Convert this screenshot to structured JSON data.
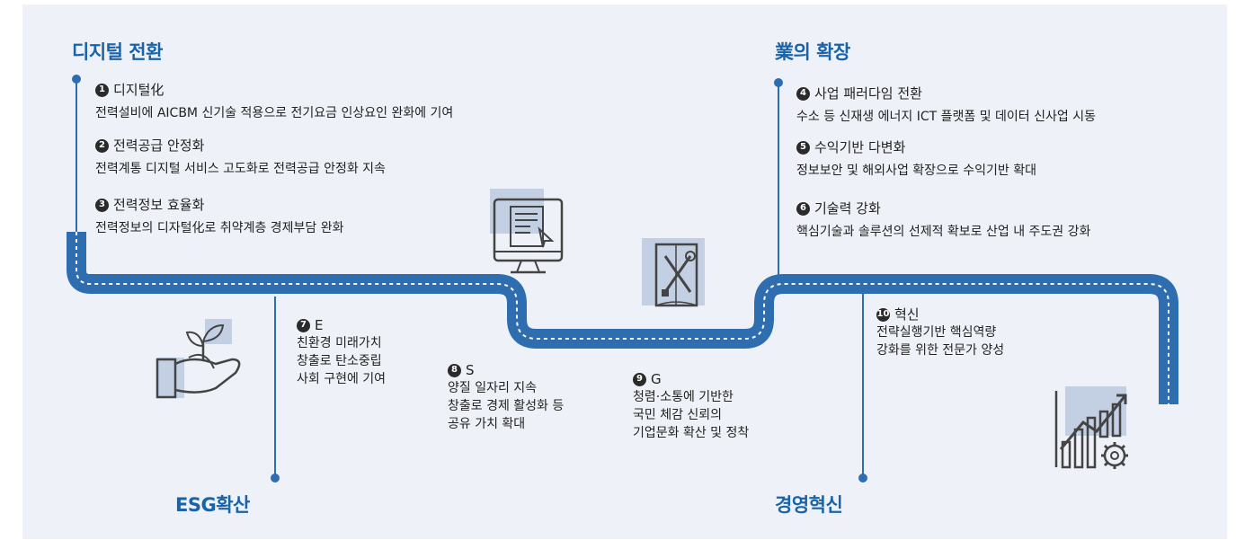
{
  "colors": {
    "road": "#2e6daf",
    "road_dash": "#ffffff",
    "title": "#1b63a8",
    "connector": "#2e6daf",
    "panel": "#eef1f7"
  },
  "digital": {
    "title": "디지털 전환",
    "items": [
      {
        "num": "1",
        "title": "디지털化",
        "desc": "전력설비에 AICBM 신기술 적용으로 전기요금 인상요인 완화에 기여"
      },
      {
        "num": "2",
        "title": "전력공급 안정화",
        "desc": "전력계통 디지털 서비스 고도화로 전력공급 안정화 지속"
      },
      {
        "num": "3",
        "title": "전력정보 효율화",
        "desc": "전력정보의 디자털化로 취약계층 경제부담 완화"
      }
    ]
  },
  "business": {
    "title": "業의 확장",
    "items": [
      {
        "num": "4",
        "title": "사업 패러다임 전환",
        "desc": "수소 등 신재생 에너지 ICT 플랫폼 및 데이터 신사업 시동"
      },
      {
        "num": "5",
        "title": "수익기반 다변화",
        "desc": "정보보안 및 해외사업 확장으로 수익기반 확대"
      },
      {
        "num": "6",
        "title": "기술력 강화",
        "desc": "핵심기술과 솔루션의 선제적 확보로 산업 내 주도권 강화"
      }
    ]
  },
  "esg": {
    "title": "ESG확산",
    "items": [
      {
        "num": "7",
        "title": "E",
        "lines": [
          "친환경 미래가치",
          "창출로 탄소중립",
          "사회 구현에 기여"
        ]
      },
      {
        "num": "8",
        "title": "S",
        "lines": [
          "양질 일자리 지속",
          "창출로 경제 활성화 등",
          "공유 가치 확대"
        ]
      },
      {
        "num": "9",
        "title": "G",
        "lines": [
          "청렴·소통에 기반한",
          "국민 체감 신뢰의",
          "기업문화 확산 및 정착"
        ]
      }
    ]
  },
  "management": {
    "title": "경영혁신",
    "items": [
      {
        "num": "10",
        "title": "혁신",
        "lines": [
          "전략실행기반 핵심역량",
          "강화를 위한 전문가 양성"
        ]
      }
    ]
  },
  "icons": [
    "monitor-document-icon",
    "book-tools-icon",
    "plant-hand-icon",
    "growth-chart-gear-icon"
  ]
}
